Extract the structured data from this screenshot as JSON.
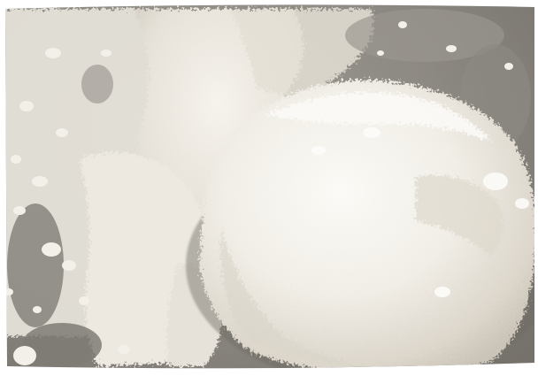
{
  "scene": {
    "subject": "white-powder",
    "elements": [
      "powder-mound",
      "powder-drift",
      "powder-crumbs",
      "tray-surface"
    ]
  },
  "palette": {
    "tray": "#8d8983",
    "tray_dark": "#77736d",
    "tray_light": "#a6a39d",
    "powder": "#f2efe8",
    "powder_shadow": "#d4cec3",
    "powder_highlight": "#fbfaf6",
    "border": "#ffffff"
  }
}
